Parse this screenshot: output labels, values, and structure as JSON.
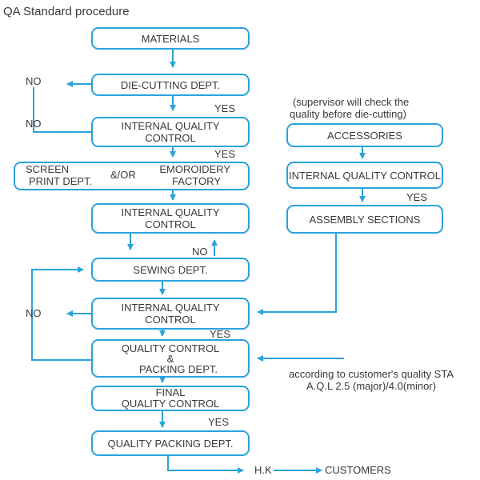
{
  "title": "QA Standard procedure",
  "nodes": {
    "materials": "MATERIALS",
    "die_cutting": "DIE-CUTTING DEPT.",
    "iqc1_line1": "INTERNAL QUALITY",
    "iqc1_line2": "CONTROL",
    "screen_line1": "SCREEN",
    "screen_line2": "PRINT DEPT.",
    "and_or": "&/OR",
    "embroidery_line1": "EMOROIDERY",
    "embroidery_line2": "FACTORY",
    "iqc2_line1": "INTERNAL QUALITY",
    "iqc2_line2": "CONTROL",
    "sewing": "SEWING DEPT.",
    "iqc3_line1": "INTERNAL QUALITY",
    "iqc3_line2": "CONTROL",
    "qc_pack_line1": "QUALITY CONTROL",
    "qc_pack_line2": "&",
    "qc_pack_line3": "PACKING DEPT.",
    "final_line1": "FINAL",
    "final_line2": "QUALITY CONTROL",
    "quality_packing": "QUALITY PACKING DEPT.",
    "accessories": "ACCESSORIES",
    "iqc_accessories": "INTERNAL QUALITY CONTROL",
    "assembly": "ASSEMBLY SECTIONS"
  },
  "labels": {
    "no_die": "NO",
    "no_iqc1": "NO",
    "yes_1": "YES",
    "yes_2": "YES",
    "no_sewing": "NO",
    "no_loop": "NO",
    "yes_3": "YES",
    "yes_4": "YES",
    "yes_accessories": "YES",
    "supervisor_line1": "(supervisor will check the",
    "supervisor_line2": "quality before die-cutting)",
    "aql_line1": "according to customer's quality STA",
    "aql_line2": "A.Q.L 2.5 (major)/4.0(minor)",
    "hk": "H.K",
    "customers": "CUSTOMERS"
  },
  "colors": {
    "accent": "#2aa2dc",
    "text": "#3a3a3a"
  }
}
